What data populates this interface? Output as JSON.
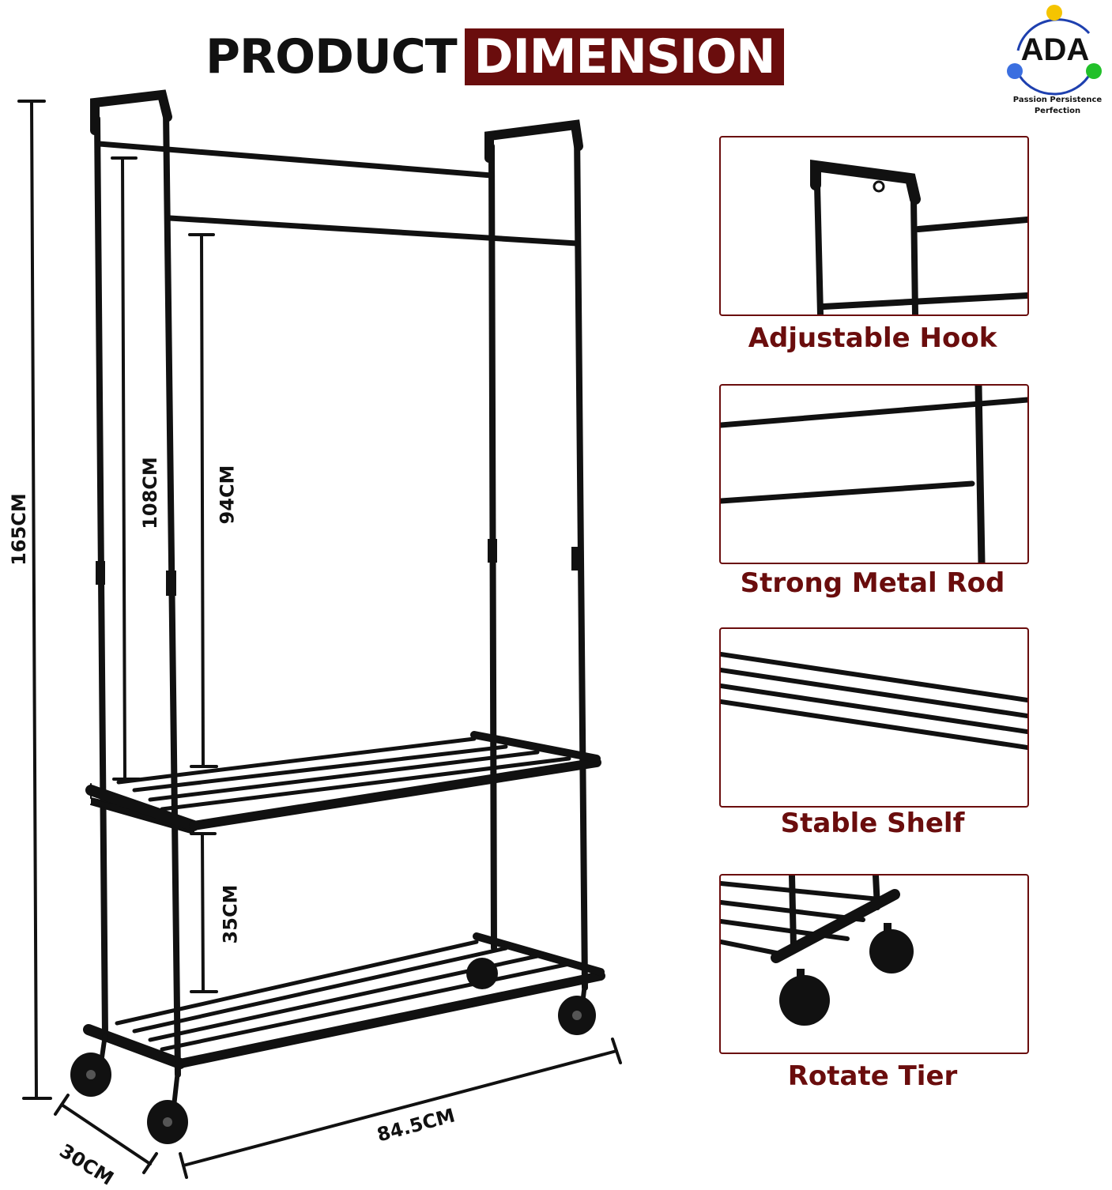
{
  "title": {
    "part1": "PRODUCT",
    "part2": "DIMENSION"
  },
  "logo": {
    "text": "ADA",
    "tagline_line1": "Passion Persistence",
    "tagline_line2": "Perfection"
  },
  "dimensions": {
    "total_height": "165CM",
    "hanger_height": "108CM",
    "inner_height": "94CM",
    "tier_gap": "35CM",
    "depth": "30CM",
    "width": "84.5CM"
  },
  "features": [
    {
      "label": "Adjustable Hook",
      "icon": "hook-closeup"
    },
    {
      "label": "Strong Metal Rod",
      "icon": "rod-closeup"
    },
    {
      "label": "Stable Shelf",
      "icon": "shelf-closeup"
    },
    {
      "label": "Rotate Tier",
      "icon": "wheel-closeup"
    }
  ],
  "colors": {
    "accent": "#6a0d0d",
    "frame": "#111111"
  }
}
